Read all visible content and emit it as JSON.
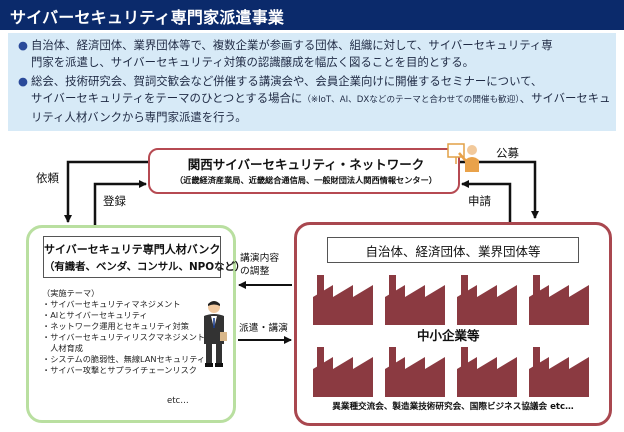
{
  "title": "サイバーセキュリティ専門家派遣事業",
  "info": {
    "bullet1_line1": "自治体、経済団体、業界団体等で、複数企業が参画する団体、組織に対して、サイバーセキュリティ専",
    "bullet1_line2": "門家を派遣し、サイバーセキュリティ対策の認識醸成を幅広く図ることを目的とする。",
    "bullet2_line1": "総会、技術研究会、賀詞交歓会など併催する講演会や、会員企業向けに開催するセミナーについて、",
    "bullet2_line2_a": "サイバーセキュリティをテーマのひとつとする場合に",
    "bullet2_line2_note": "（※IoT、AI、DXなどのテーマと合わせての開催も歓迎）",
    "bullet2_line2_b": "、サイバーセキュ",
    "bullet2_line3": "リティ人材バンクから専門家派遣を行う。"
  },
  "kansai": {
    "title": "関西サイバーセキュリティ・ネットワーク",
    "subtitle": "（近畿経済産業局、近畿総合通信局、一般財団法人関西情報センター）"
  },
  "talent": {
    "title": "サイバーセキュリテ専門人材バンク",
    "subtitle": "（有識者、ベンダ、コンサル、NPOなど）",
    "themes": [
      "（実施テーマ）",
      "・サイバーセキュリティマネジメント",
      "・AIとサイバーセキュリティ",
      "・ネットワーク運用とセキュリティ対策",
      "・サイバーセキュリティリスクマネジメントと",
      "　人材育成",
      "・システムの脆弱性、無線LANセキュリティ",
      "・サイバー攻撃とサプライチェーンリスク"
    ],
    "etc": "etc…"
  },
  "sme": {
    "title": "自治体、経済団体、業界団体等",
    "center": "中小企業等",
    "bottom": "異業種交流会、製造業技術研究会、国際ビジネス協議会 etc…"
  },
  "labels": {
    "irai": "依頼",
    "touroku": "登録",
    "koubo": "公募",
    "shinsei": "申請",
    "kouen_naiyou_line1": "講演内容",
    "kouen_naiyou_line2": "の調整",
    "haken_kouen": "派遣・講演"
  },
  "colors": {
    "title_bar": "#0b2a6b",
    "info_bg": "#d7eaf7",
    "factory": "#8b3a41",
    "talent_border": "#b9dfa0",
    "sme_border": "#a9474f",
    "kansai_border": "#b64a52"
  },
  "icons": [
    "presenter-icon",
    "person-icon",
    "factory-icon"
  ]
}
